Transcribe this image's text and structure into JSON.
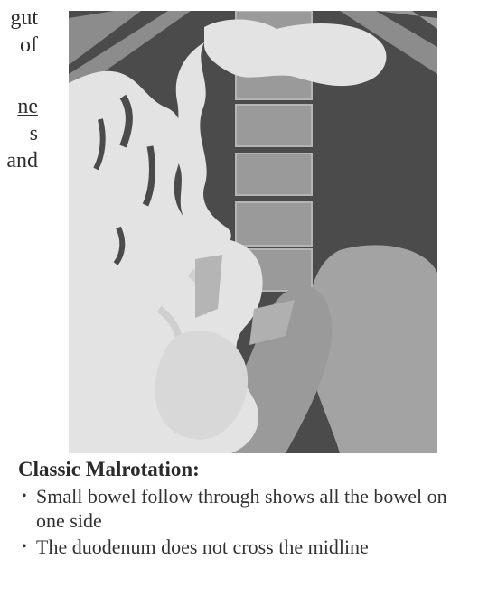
{
  "side_text": {
    "lines": [
      {
        "text": "gut",
        "underline": false
      },
      {
        "text": "of",
        "underline": false
      },
      {
        "text": "ne",
        "underline": true
      },
      {
        "text": "s",
        "underline": false
      },
      {
        "text": "and",
        "underline": false
      }
    ]
  },
  "figure": {
    "colors": {
      "background": "#4b4b4b",
      "bowel": "#e3e3e3",
      "bowel_mid": "#cfcfcf",
      "spine": "#9a9a9a",
      "pelvis": "#a3a3a3",
      "stripe": "#8c8c8c"
    }
  },
  "caption": {
    "heading": "Classic Malrotation:",
    "bullet_glyph": "•",
    "bullets": [
      "Small bowel follow through shows all the bowel on one side",
      "The duodenum does not cross the midline"
    ]
  }
}
